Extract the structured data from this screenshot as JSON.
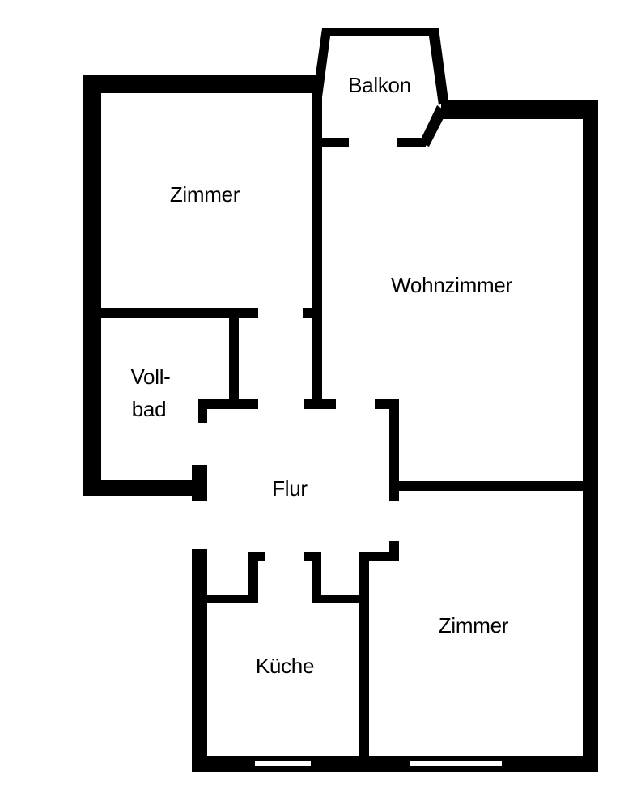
{
  "floorplan": {
    "wall_color": "#000000",
    "background_color": "#ffffff",
    "rooms": {
      "balkon": "Balkon",
      "zimmer_top": "Zimmer",
      "wohnzimmer": "Wohnzimmer",
      "vollbad_line1": "Voll-",
      "vollbad_line2": "bad",
      "flur": "Flur",
      "kueche": "Küche",
      "zimmer_bottom": "Zimmer"
    }
  }
}
